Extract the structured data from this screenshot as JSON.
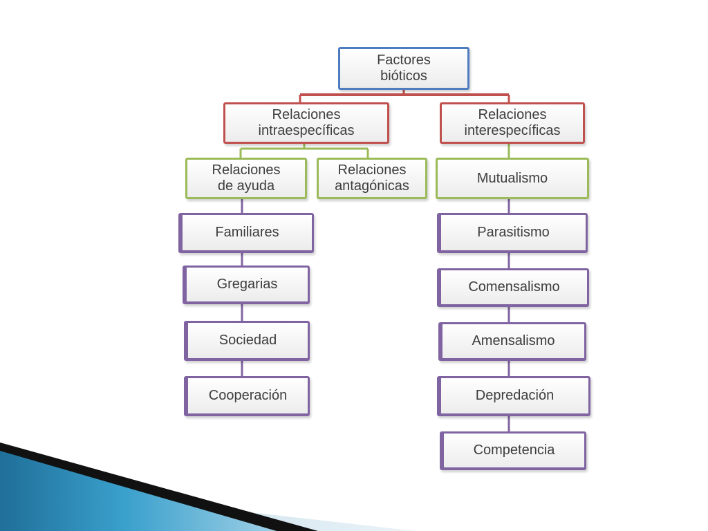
{
  "diagram": {
    "root": {
      "label": "Factores\nbióticos"
    },
    "branches": [
      {
        "label": "Relaciones\nintraespecíficas",
        "groups": [
          {
            "label": "Relaciones\nde ayuda",
            "items": [
              "Familiares",
              "Gregarias",
              "Sociedad",
              "Cooperación"
            ]
          },
          {
            "label": "Relaciones\nantagónicas",
            "items": []
          }
        ]
      },
      {
        "label": "Relaciones\ninterespecíficas",
        "groups": [
          {
            "label": "Mutualismo",
            "items": [
              "Parasitismo",
              "Comensalismo",
              "Amensalismo",
              "Depredación",
              "Competencia"
            ]
          }
        ]
      }
    ]
  },
  "colors": {
    "root_border": "#4f7cc0",
    "branch_border": "#c0504d",
    "group_border": "#9bbb59",
    "item_border": "#8064a2",
    "connector_top": "#c0504d",
    "connector_mid": "#9bbb59",
    "connector_low": "#8064a2",
    "ribbon_dark": "#111111",
    "ribbon_blue": "#2a8fbf",
    "ribbon_light": "#cfe3ee"
  }
}
